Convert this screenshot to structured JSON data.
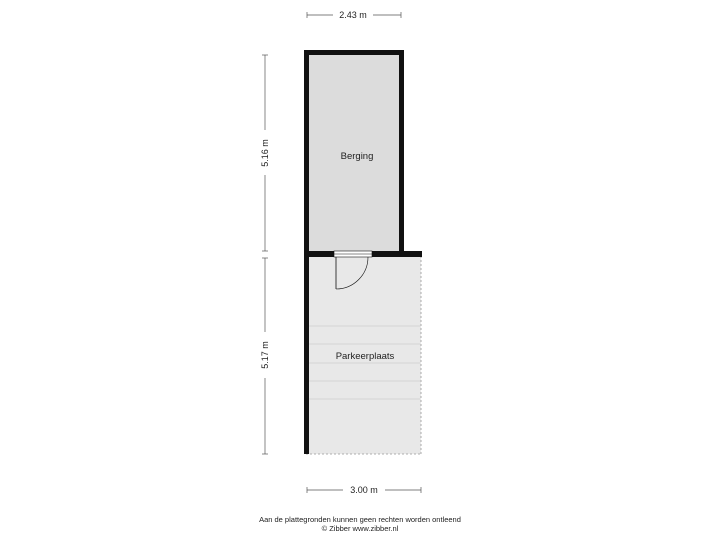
{
  "dimensions": {
    "top_width": "2.43 m",
    "bottom_width": "3.00 m",
    "upper_height": "5.16 m",
    "lower_height": "5.17 m"
  },
  "rooms": {
    "storage": "Berging",
    "parking": "Parkeerplaats"
  },
  "footer": {
    "disclaimer": "Aan de plattegronden kunnen geen rechten worden ontleend",
    "copyright": "© Zibber www.zibber.nl"
  },
  "colors": {
    "wall": "#111111",
    "storage_fill": "#dcdcdc",
    "parking_fill": "#e8e8e8",
    "dimension_line": "#555555",
    "dashed_edge": "#999999"
  }
}
